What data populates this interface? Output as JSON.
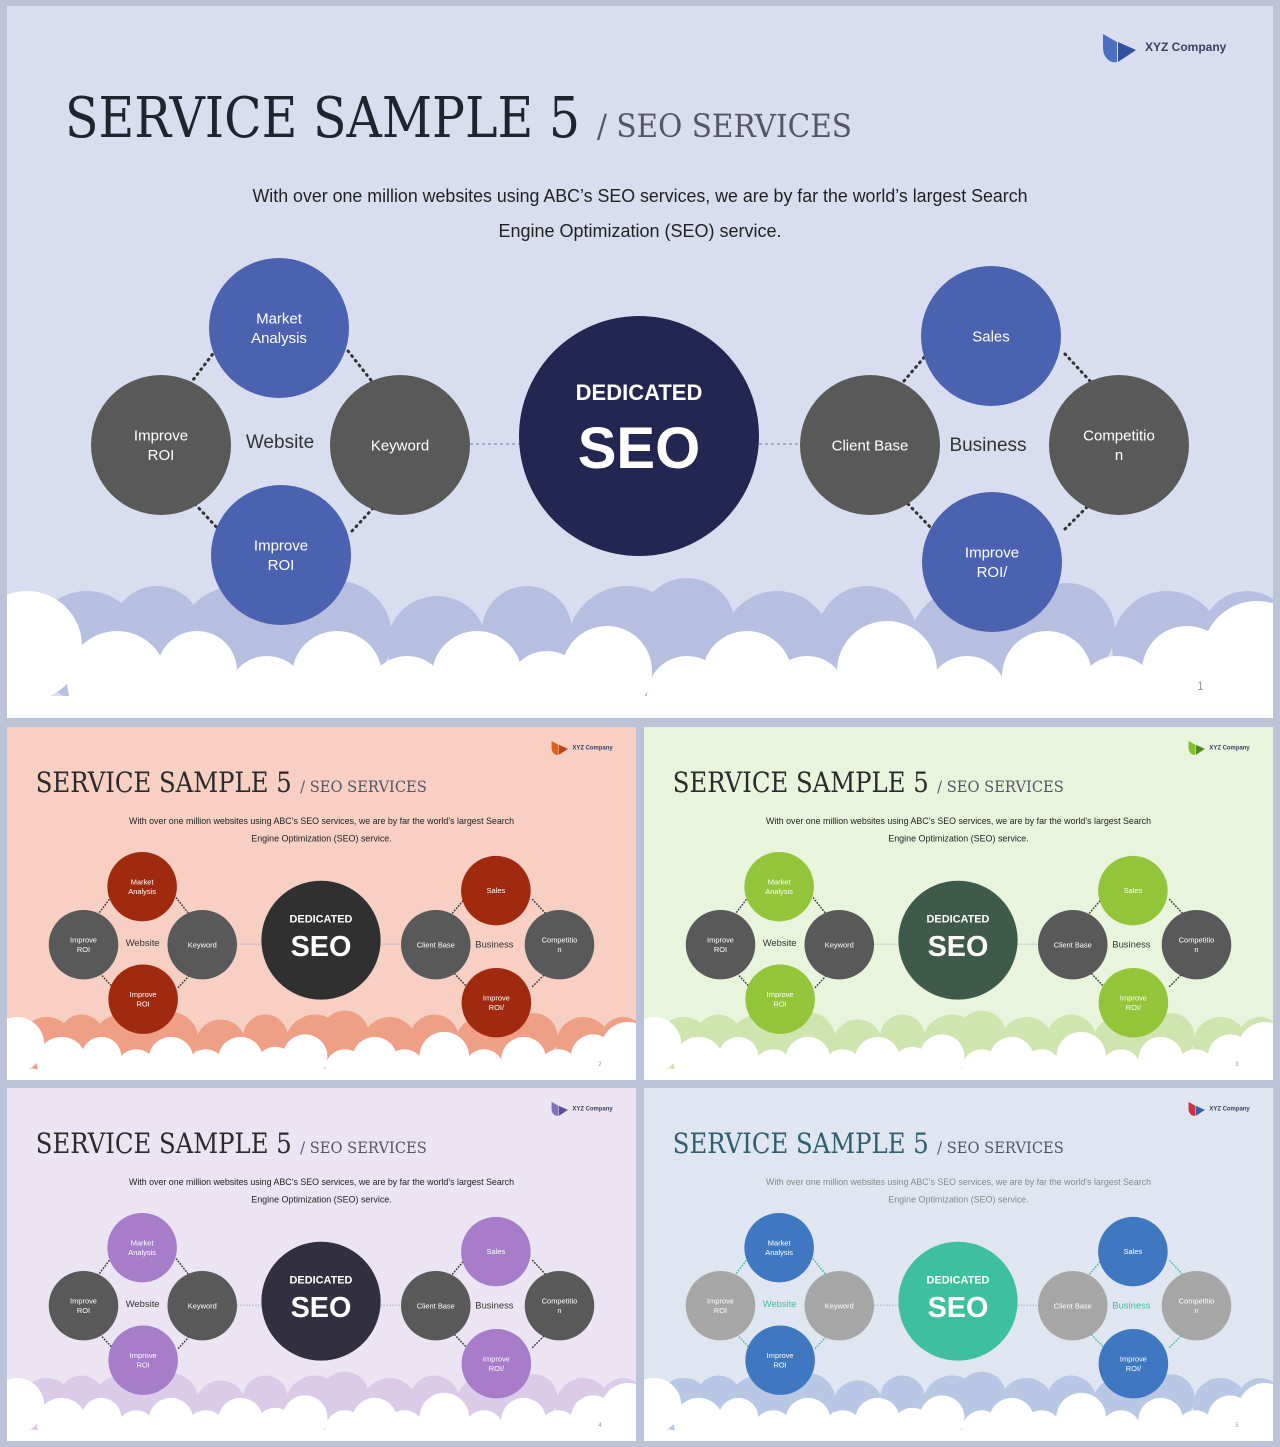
{
  "text": {
    "title": "SERVICE SAMPLE 5",
    "subtitle": "/ SEO SERVICES",
    "desc_line1": "With over one million websites using ABC’s SEO services, we are by far the world’s largest Search",
    "desc_line2": "Engine Optimization (SEO) service.",
    "company": "XYZ Company",
    "center_top": "DEDICATED",
    "center_main": "SEO",
    "left_hub": "Website",
    "right_hub": "Business",
    "left_nodes": {
      "top": [
        "Market",
        "Analysis"
      ],
      "left": [
        "Improve",
        "ROI"
      ],
      "right": [
        "Keyword"
      ],
      "bottom": [
        "Improve",
        "ROI"
      ]
    },
    "right_nodes": {
      "top": [
        "Sales"
      ],
      "left": [
        "Client Base"
      ],
      "right": [
        "Competitio",
        "n"
      ],
      "bottom": [
        "Improve",
        "ROI/"
      ]
    }
  },
  "slides": [
    {
      "id": "s1",
      "page": "1",
      "bg": "#d8def0",
      "title_color": "#1f2430",
      "desc_color": "#222222",
      "accent": "#4a62b0",
      "gray": "#595959",
      "center": "#232650",
      "cloud_back": "#b6bfe0",
      "logo_a": "#4a70c0",
      "logo_b": "#3050a0",
      "hub_text": "#333333",
      "dot": "#333333"
    },
    {
      "id": "s2",
      "page": "2",
      "bg": "#f7cfc3",
      "title_color": "#2b2b2b",
      "desc_color": "#222222",
      "accent": "#a02a10",
      "gray": "#595959",
      "center": "#303030",
      "cloud_back": "#ef9f86",
      "logo_a": "#e06020",
      "logo_b": "#c04010",
      "hub_text": "#333333",
      "dot": "#333333"
    },
    {
      "id": "s3",
      "page": "3",
      "bg": "#e9f4dc",
      "title_color": "#2b2b2b",
      "desc_color": "#222222",
      "accent": "#92c53a",
      "gray": "#595959",
      "center": "#3e5a4a",
      "cloud_back": "#cfe5b0",
      "logo_a": "#80c030",
      "logo_b": "#4a8a20",
      "hub_text": "#333333",
      "dot": "#333333"
    },
    {
      "id": "s4",
      "page": "4",
      "bg": "#ece4f2",
      "title_color": "#2b2b2b",
      "desc_color": "#222222",
      "accent": "#a77cc8",
      "gray": "#595959",
      "center": "#323040",
      "cloud_back": "#dccbe8",
      "logo_a": "#8070c0",
      "logo_b": "#5a4aa0",
      "hub_text": "#333333",
      "dot": "#333333"
    },
    {
      "id": "s5",
      "page": "5",
      "bg": "#dfe6f2",
      "title_color": "#2f5f70",
      "desc_color": "#888888",
      "accent": "#3f78c0",
      "gray": "#a6a6a6",
      "center": "#3ec0a0",
      "cloud_back": "#b8c8e4",
      "logo_a": "#d03040",
      "logo_b": "#3060b0",
      "hub_text": "#3ec0a0",
      "dot": "#3ec0a0"
    }
  ]
}
